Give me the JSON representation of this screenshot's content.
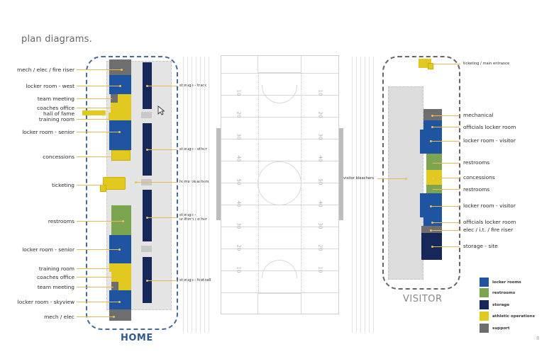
{
  "page": {
    "title": "plan diagrams.",
    "page_number": "8"
  },
  "colors": {
    "locker_rooms": "#1f54a0",
    "restrooms": "#7ba550",
    "storage": "#16285a",
    "athletic_operations": "#e2c91f",
    "support": "#6e6e6e",
    "bleachers": "#dcdcdc",
    "home_outline": "#4a6a95",
    "visitor_outline": "#777777",
    "leader": "#e5b955"
  },
  "home": {
    "zone_label": "HOME",
    "left_labels": [
      {
        "text": "mech / elec / fire riser",
        "category": "support"
      },
      {
        "text": "locker room - west",
        "category": "locker_rooms"
      },
      {
        "text": "team meeting",
        "category": "athletic_operations"
      },
      {
        "text": "coaches office",
        "category": "athletic_operations"
      },
      {
        "text": "hall of fame",
        "category": "athletic_operations"
      },
      {
        "text": "training room",
        "category": "athletic_operations"
      },
      {
        "text": "locker room - senior",
        "category": "locker_rooms"
      },
      {
        "text": "concessions",
        "category": "athletic_operations"
      },
      {
        "text": "ticketing",
        "category": "athletic_operations"
      },
      {
        "text": "restrooms",
        "category": "restrooms"
      },
      {
        "text": "locker room - senior",
        "category": "locker_rooms"
      },
      {
        "text": "training room",
        "category": "athletic_operations"
      },
      {
        "text": "coaches office",
        "category": "athletic_operations"
      },
      {
        "text": "team meeting",
        "category": "athletic_operations"
      },
      {
        "text": "locker room - skyview",
        "category": "locker_rooms"
      },
      {
        "text": "mech / elec",
        "category": "support"
      }
    ],
    "right_labels": [
      {
        "text": "storage - track",
        "category": "storage"
      },
      {
        "text": "storage - other",
        "category": "storage"
      },
      {
        "text": "home bleachers",
        "category": "bleachers"
      },
      {
        "text": "storage -",
        "text2": "uniform / other",
        "category": "storage"
      },
      {
        "text": "storage - football",
        "category": "storage"
      }
    ]
  },
  "field": {
    "yard_numbers_left": [
      "10",
      "20",
      "30",
      "40",
      "50",
      "40",
      "30",
      "20",
      "10"
    ],
    "yard_numbers_right": [
      "10",
      "20",
      "30",
      "40",
      "50",
      "40",
      "30",
      "20",
      "10"
    ]
  },
  "visitor": {
    "zone_label": "VISITOR",
    "bleachers_label": "visitor bleachers",
    "top_label": "ticketing / main entrance",
    "right_labels": [
      {
        "text": "mechanical",
        "category": "support"
      },
      {
        "text": "officials locker room",
        "category": "locker_rooms"
      },
      {
        "text": "locker room - visitor",
        "category": "locker_rooms"
      },
      {
        "text": "restrooms",
        "category": "restrooms"
      },
      {
        "text": "concessions",
        "category": "athletic_operations"
      },
      {
        "text": "restrooms",
        "category": "restrooms"
      },
      {
        "text": "locker room - visitor",
        "category": "locker_rooms"
      },
      {
        "text": "officials locker room",
        "category": "locker_rooms"
      },
      {
        "text": "elec / i.t. / fire riser",
        "category": "support"
      },
      {
        "text": "storage - site",
        "category": "storage"
      }
    ]
  },
  "legend": [
    {
      "label": "locker rooms",
      "color": "#1f54a0"
    },
    {
      "label": "restrooms",
      "color": "#7ba550"
    },
    {
      "label": "storage",
      "color": "#16285a"
    },
    {
      "label": "athletic operations",
      "color": "#e2c91f"
    },
    {
      "label": "support",
      "color": "#6e6e6e"
    }
  ]
}
